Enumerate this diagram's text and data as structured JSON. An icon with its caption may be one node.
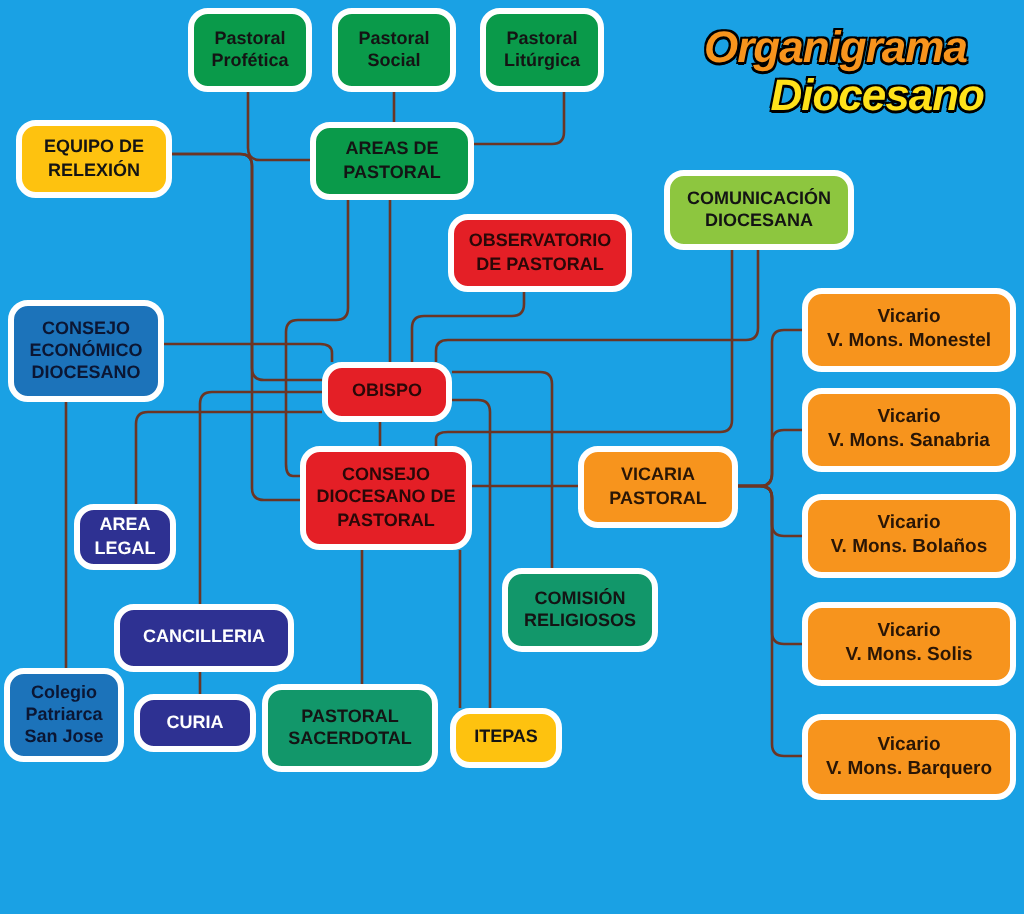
{
  "diagram": {
    "title": "Organigrama Diocesano",
    "nodes": [
      {
        "text": [
          "Pastoral Profética"
        ]
      },
      {
        "text": [
          "Pastoral Social"
        ]
      },
      {
        "text": [
          "Pastoral Litúrgica"
        ]
      },
      {
        "text": [
          "EQUIPO DE RELEXIÓN"
        ]
      },
      {
        "text": [
          "AREAS DE PASTORAL"
        ]
      },
      {
        "text": [
          "OBSERVATORIO DE PASTORAL"
        ]
      },
      {
        "text": [
          "COMUNICACIÓN DIOCESANA"
        ]
      },
      {
        "text": [
          "CONSEJO ECONÓMICO DIOCESANO"
        ]
      },
      {
        "text": [
          "OBISPO"
        ]
      },
      {
        "text": [
          "Vicario",
          "V. Mons. Monestel"
        ]
      },
      {
        "text": [
          "Vicario",
          "V. Mons. Sanabria"
        ]
      },
      {
        "text": [
          "CONSEJO DIOCESANO DE PASTORAL"
        ]
      },
      {
        "text": [
          "VICARIA PASTORAL"
        ]
      },
      {
        "text": [
          "Vicario",
          "V. Mons. Bolaños"
        ]
      },
      {
        "text": [
          "AREA LEGAL"
        ]
      },
      {
        "text": [
          "COMISIÓN RELIGIOSOS"
        ]
      },
      {
        "text": [
          "CANCILLERIA"
        ]
      },
      {
        "text": [
          "Vicario",
          "V. Mons. Solis"
        ]
      },
      {
        "text": [
          "Colegio Patriarca San Jose"
        ]
      },
      {
        "text": [
          "CURIA"
        ]
      },
      {
        "text": [
          "PASTORAL SACERDOTAL"
        ]
      },
      {
        "text": [
          "ITEPAS"
        ]
      },
      {
        "text": [
          "Vicario",
          "V. Mons. **Barquero**"
        ]
      }
    ],
    "edges": [
      {
        "from": 0,
        "to": 4,
        "arrow": "none"
      },
      {
        "from": 1,
        "to": 4,
        "arrow": "none"
      },
      {
        "from": 2,
        "to": 4,
        "arrow": "none"
      },
      {
        "from": 3,
        "to": 8,
        "arrow": "none"
      },
      {
        "from": 3,
        "to": 11,
        "arrow": "none"
      },
      {
        "from": 4,
        "to": 8,
        "arrow": "none"
      },
      {
        "from": 4,
        "to": 11,
        "arrow": "none"
      },
      {
        "from": 5,
        "to": 8,
        "arrow": "none"
      },
      {
        "from": 6,
        "to": 8,
        "arrow": "none"
      },
      {
        "from": 6,
        "to": 11,
        "arrow": "none"
      },
      {
        "from": 7,
        "to": 8,
        "arrow": "none"
      },
      {
        "from": 7,
        "to": 18,
        "arrow": "none"
      },
      {
        "from": 8,
        "to": 11,
        "arrow": "none"
      },
      {
        "from": 8,
        "to": 14,
        "arrow": "none"
      },
      {
        "from": 8,
        "to": 16,
        "arrow": "none"
      },
      {
        "from": 8,
        "to": 15,
        "arrow": "none"
      },
      {
        "from": 8,
        "to": 21,
        "arrow": "none"
      },
      {
        "from": 11,
        "to": 12,
        "arrow": "none"
      },
      {
        "from": 11,
        "to": 20,
        "arrow": "none"
      },
      {
        "from": 11,
        "to": 21,
        "arrow": "none"
      },
      {
        "from": 16,
        "to": 19,
        "arrow": "none"
      },
      {
        "from": 12,
        "to": 9,
        "arrow": "none"
      },
      {
        "from": 12,
        "to": 10,
        "arrow": "none"
      },
      {
        "from": 12,
        "to": 13,
        "arrow": "none"
      },
      {
        "from": 12,
        "to": 17,
        "arrow": "none"
      },
      {
        "from": 12,
        "to": 22,
        "arrow": "none"
      }
    ]
  }
}
